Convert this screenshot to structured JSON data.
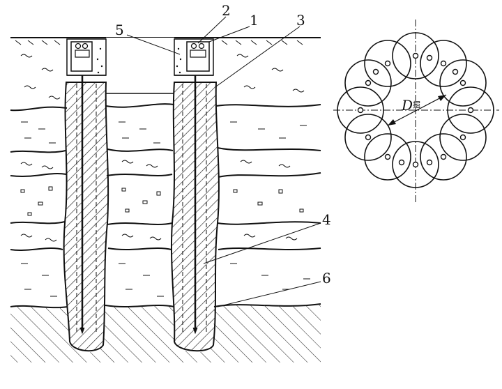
{
  "section_labels": {
    "l1": "1",
    "l2": "2",
    "l3": "3",
    "l4": "4",
    "l5": "5",
    "l6": "6"
  },
  "plan_view": {
    "dimension_symbol": "D",
    "dimension_subscript": "掘"
  },
  "colors": {
    "ink": "#111111",
    "hatch": "#222222",
    "background": "#ffffff"
  }
}
